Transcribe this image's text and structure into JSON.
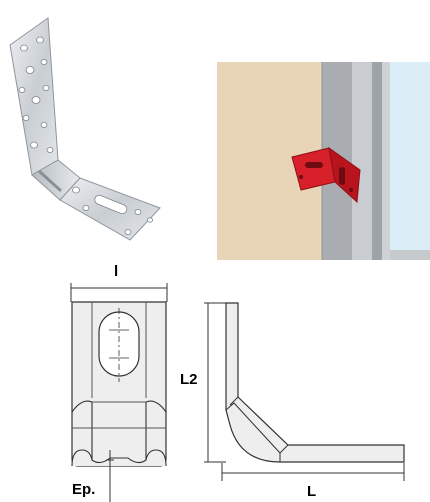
{
  "labels": {
    "width": "l",
    "height": "L2",
    "thickness": "Ep.",
    "length": "L"
  },
  "colors": {
    "steel": "#d6d9dc",
    "steel_dark": "#9aa1a8",
    "wall_beige": "#e9d6b9",
    "frame_grey": "#b9bcc0",
    "glass_blue": "#d9ecf6",
    "bracket_red": "#d8202a",
    "drawing_fill": "#eeeeee",
    "line": "#333333"
  },
  "icons": {
    "photo_left": "galvanized-angle-bracket-photo",
    "photo_right": "installed-red-bracket-photo",
    "drawing_front": "bracket-front-view",
    "drawing_side": "bracket-side-view"
  }
}
